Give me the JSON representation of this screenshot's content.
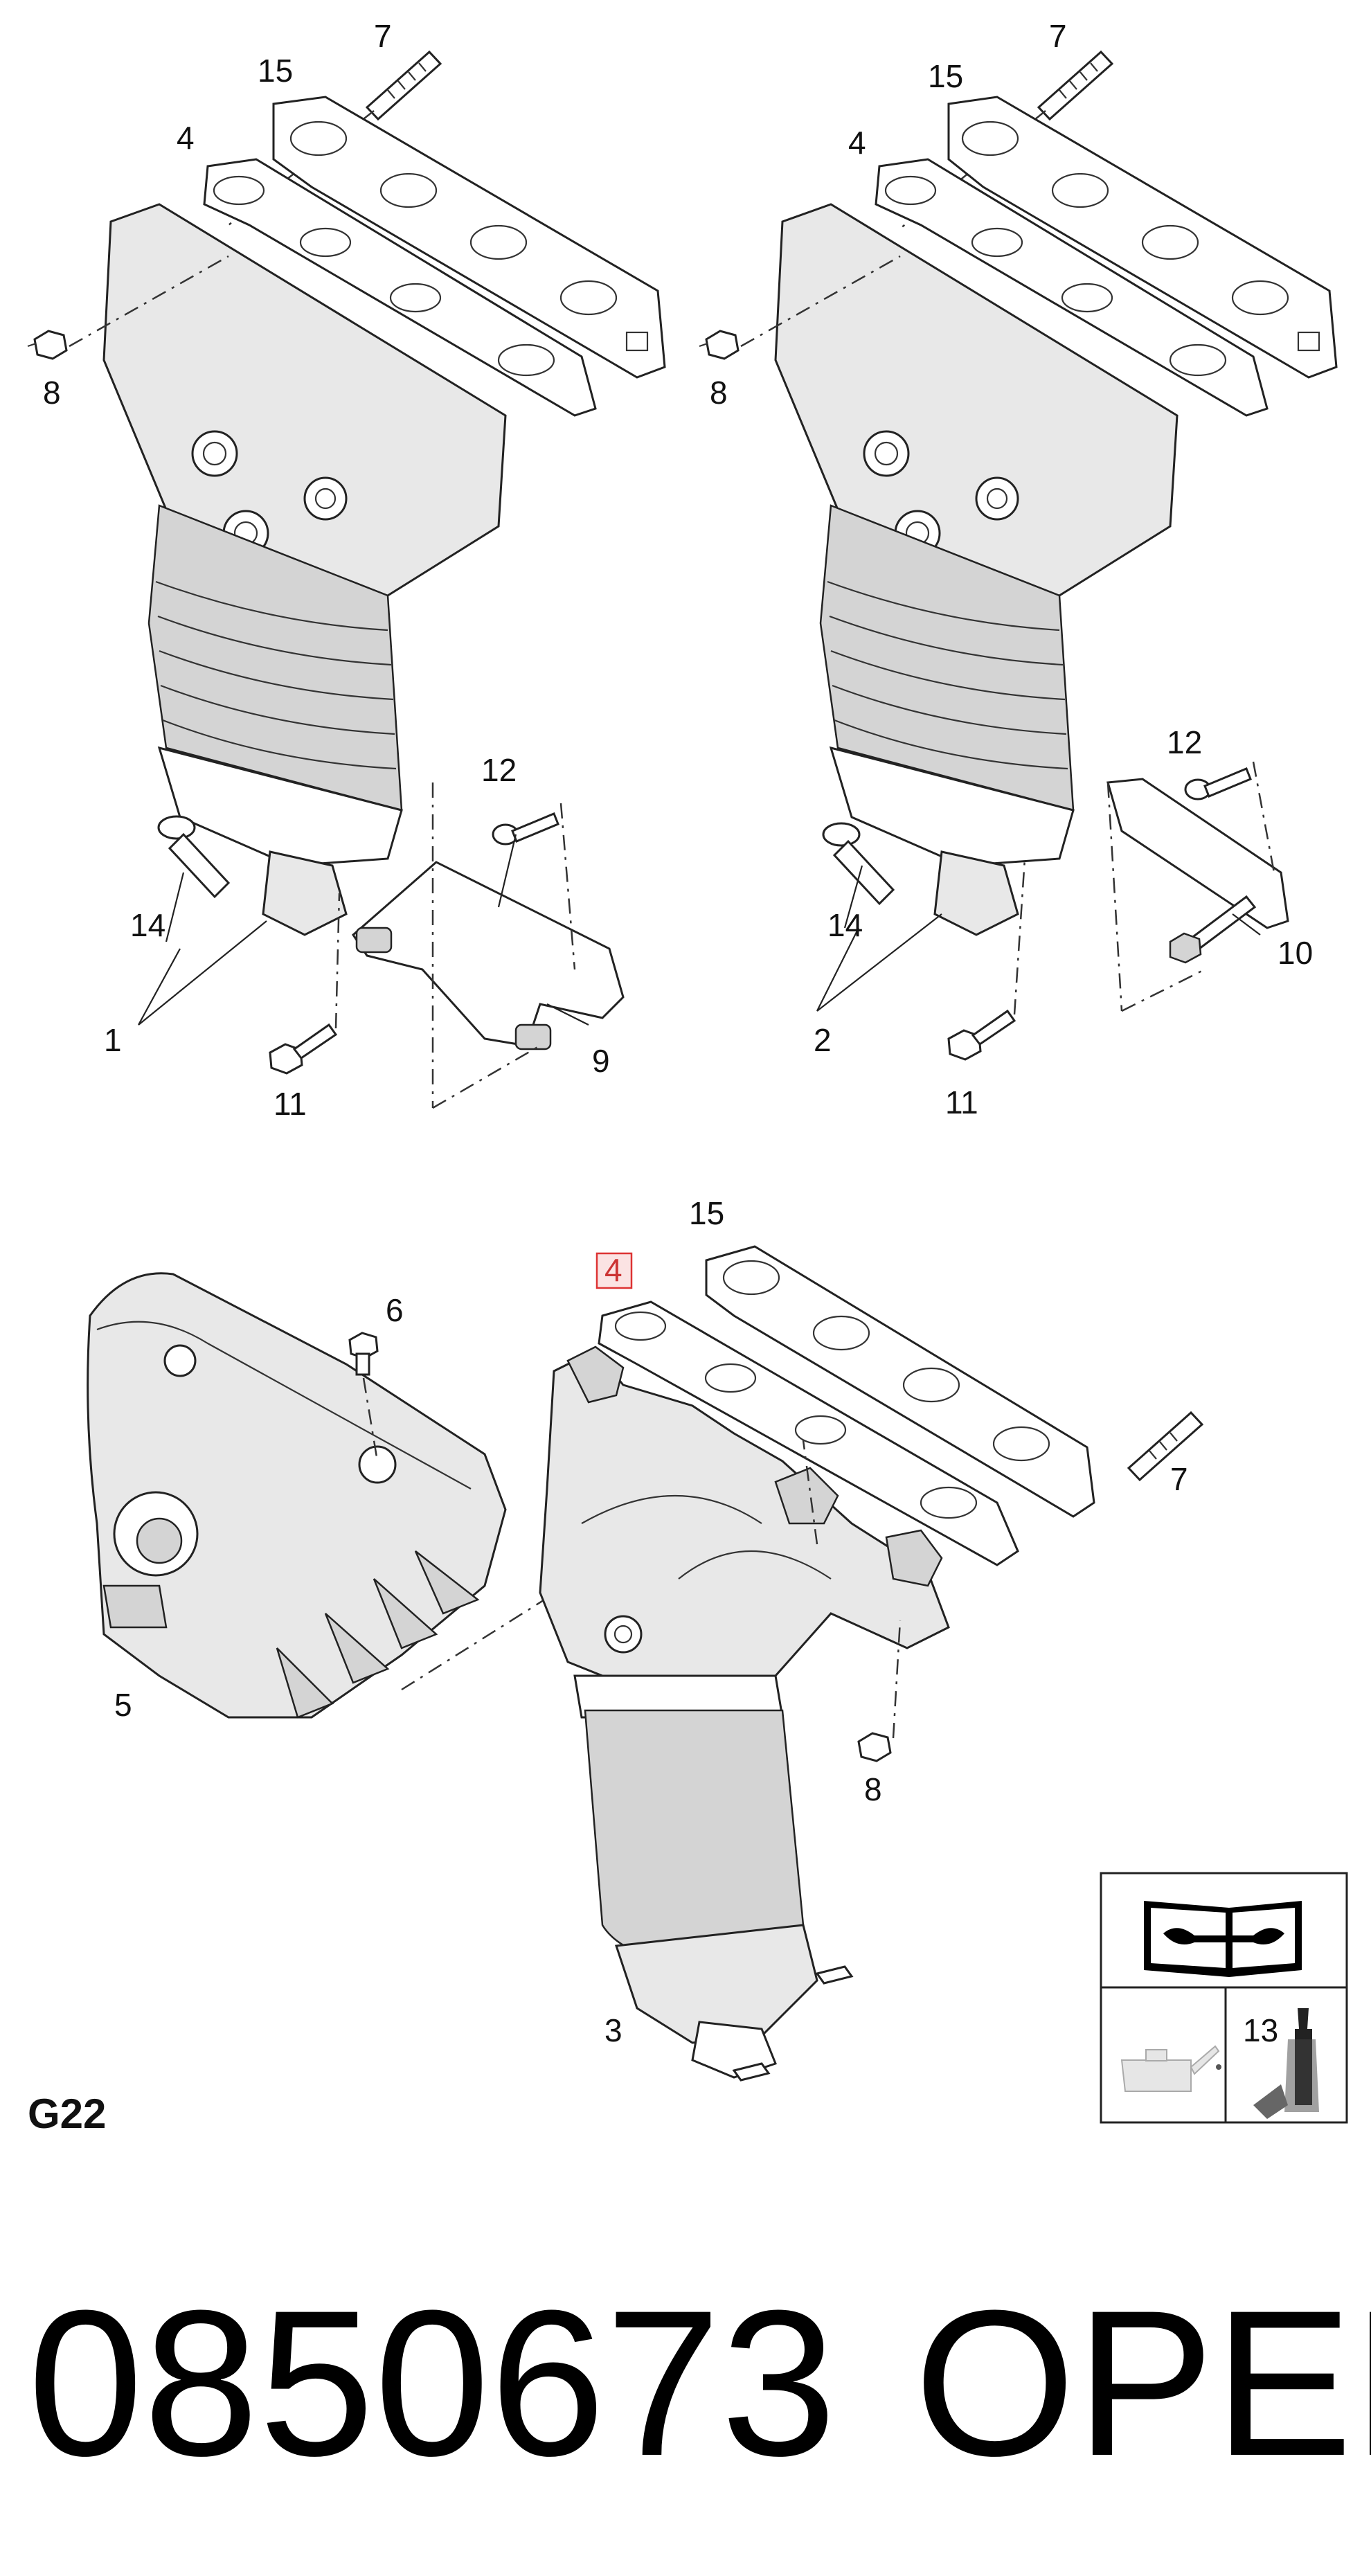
{
  "diagram": {
    "section_label": "G22",
    "part_number": "0850673",
    "brand": "OPEL",
    "highlighted_callout": "4",
    "highlight_color": "#d33333",
    "assembly_top_left": {
      "callouts": [
        "1",
        "4",
        "7",
        "8",
        "9",
        "11",
        "12",
        "14",
        "15"
      ]
    },
    "assembly_top_right": {
      "callouts": [
        "2",
        "4",
        "7",
        "8",
        "10",
        "11",
        "12",
        "14",
        "15"
      ]
    },
    "assembly_bottom": {
      "callouts": [
        "3",
        "4",
        "5",
        "6",
        "7",
        "8",
        "15"
      ]
    },
    "info_box": {
      "callout": "13",
      "icons": [
        "repair-manual-icon",
        "oil-can-icon",
        "sealant-tube-icon"
      ]
    }
  }
}
